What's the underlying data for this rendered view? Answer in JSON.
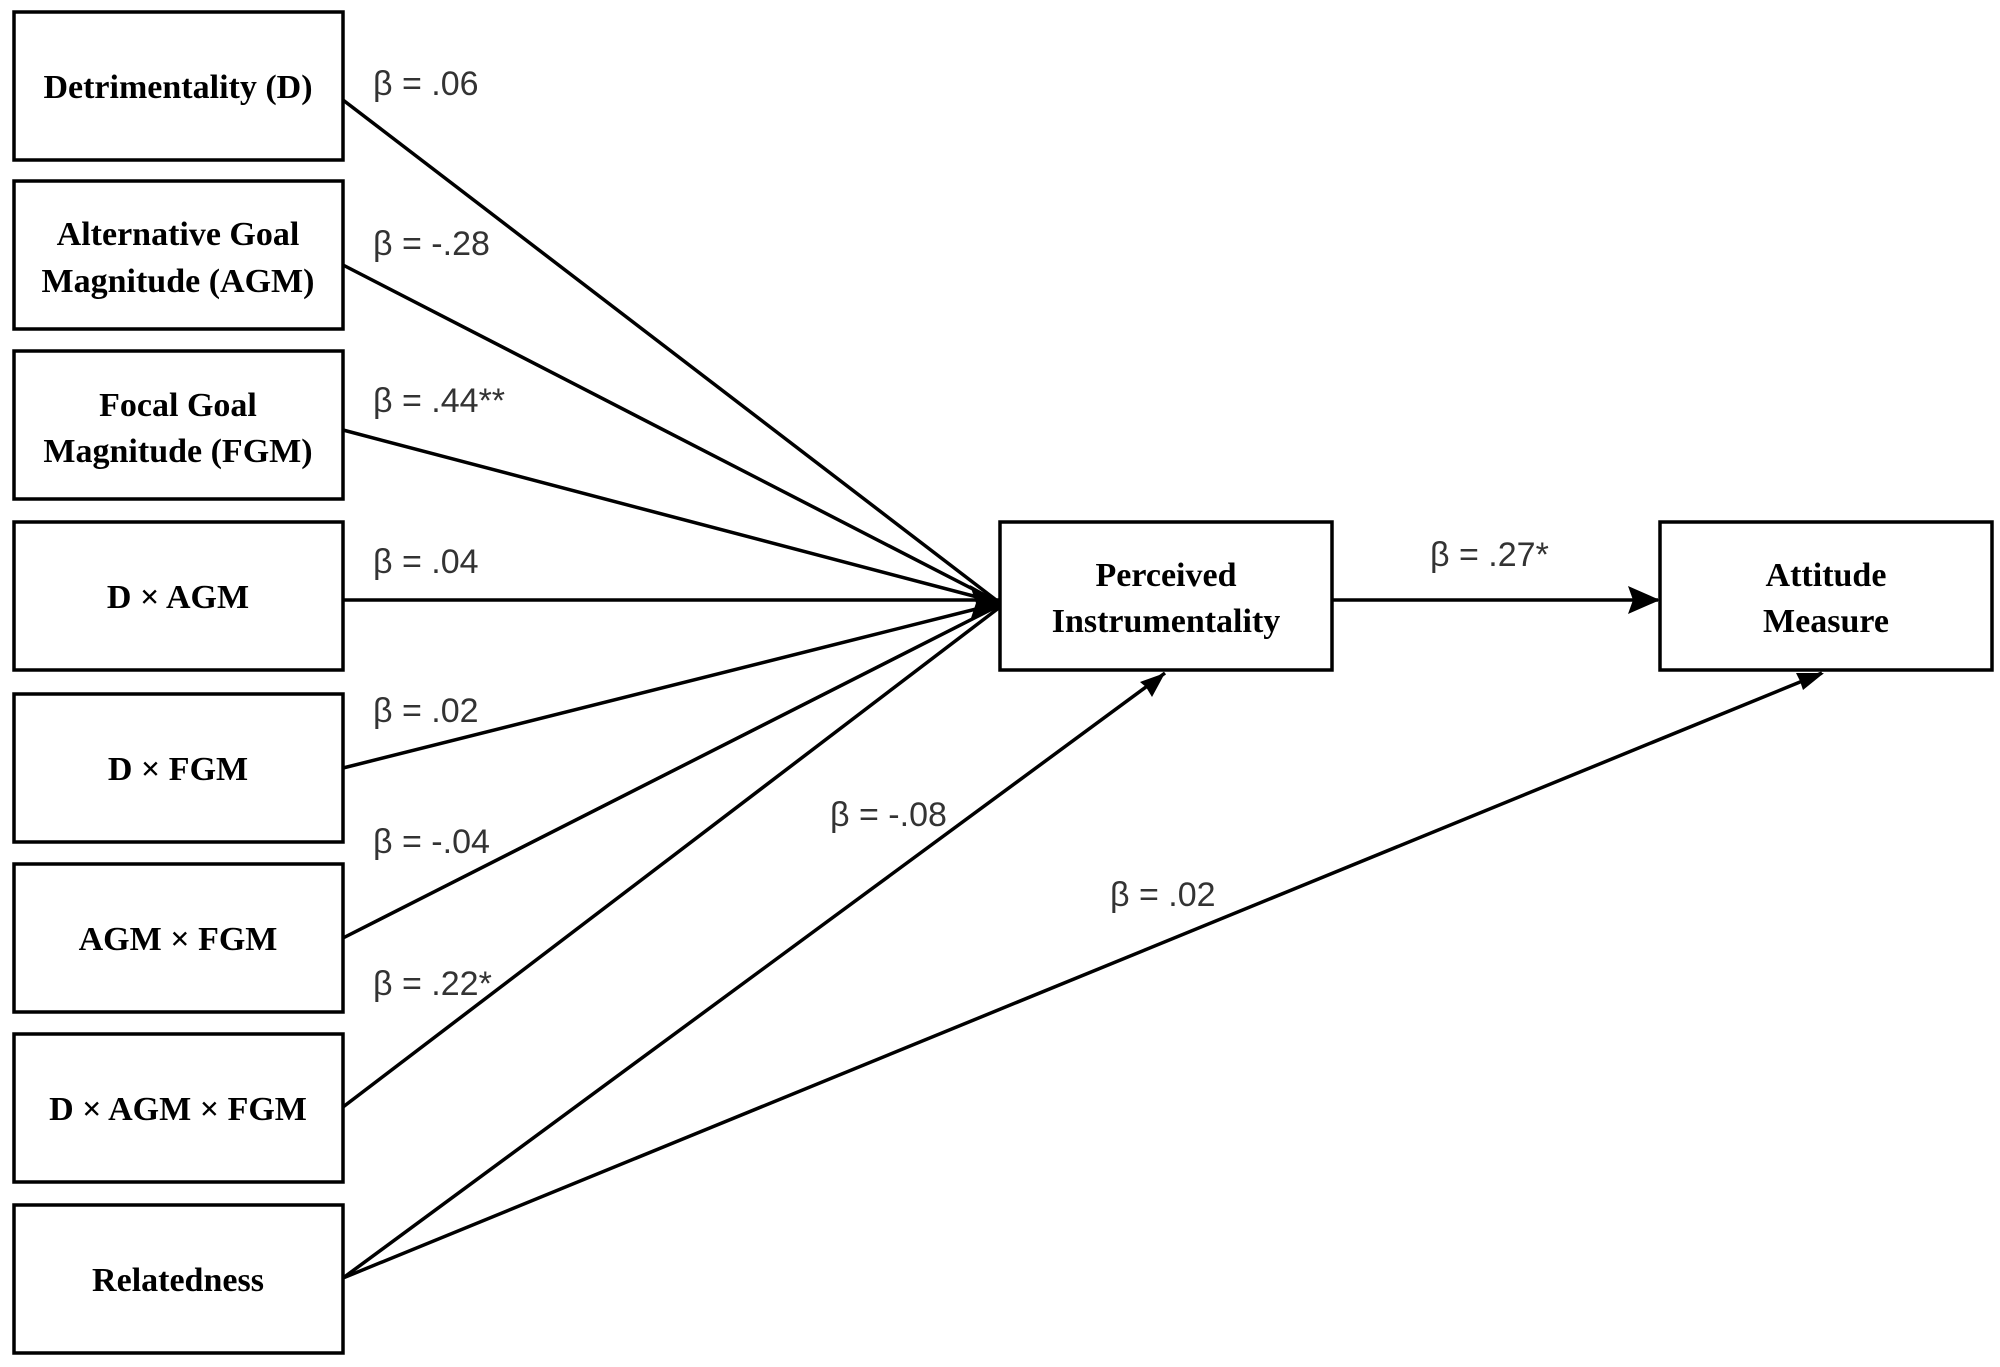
{
  "diagram": {
    "nodes": {
      "detrimentality": {
        "lines": [
          "Detrimentality (D)"
        ]
      },
      "agm": {
        "lines": [
          "Alternative Goal",
          "Magnitude (AGM)"
        ]
      },
      "fgm": {
        "lines": [
          "Focal Goal",
          "Magnitude (FGM)"
        ]
      },
      "d_agm": {
        "lines": [
          "D × AGM"
        ]
      },
      "d_fgm": {
        "lines": [
          "D × FGM"
        ]
      },
      "agm_fgm": {
        "lines": [
          "AGM × FGM"
        ]
      },
      "d_agm_fgm": {
        "lines": [
          "D × AGM × FGM"
        ]
      },
      "relatedness": {
        "lines": [
          "Relatedness"
        ]
      },
      "perceived_instrumentality": {
        "lines": [
          "Perceived",
          "Instrumentality"
        ]
      },
      "attitude_measure": {
        "lines": [
          "Attitude",
          "Measure"
        ]
      }
    },
    "edges": [
      {
        "from": "detrimentality",
        "to": "perceived_instrumentality",
        "label": "β = .06"
      },
      {
        "from": "agm",
        "to": "perceived_instrumentality",
        "label": "β = -.28"
      },
      {
        "from": "fgm",
        "to": "perceived_instrumentality",
        "label": "β = .44**"
      },
      {
        "from": "d_agm",
        "to": "perceived_instrumentality",
        "label": "β = .04"
      },
      {
        "from": "d_fgm",
        "to": "perceived_instrumentality",
        "label": "β = .02"
      },
      {
        "from": "agm_fgm",
        "to": "perceived_instrumentality",
        "label": "β = -.04"
      },
      {
        "from": "d_agm_fgm",
        "to": "perceived_instrumentality",
        "label": "β = .22*"
      },
      {
        "from": "relatedness",
        "to": "perceived_instrumentality",
        "label": "β = -.08"
      },
      {
        "from": "perceived_instrumentality",
        "to": "attitude_measure",
        "label": "β = .27*"
      },
      {
        "from": "relatedness",
        "to": "attitude_measure",
        "label": "β = .02"
      }
    ]
  }
}
